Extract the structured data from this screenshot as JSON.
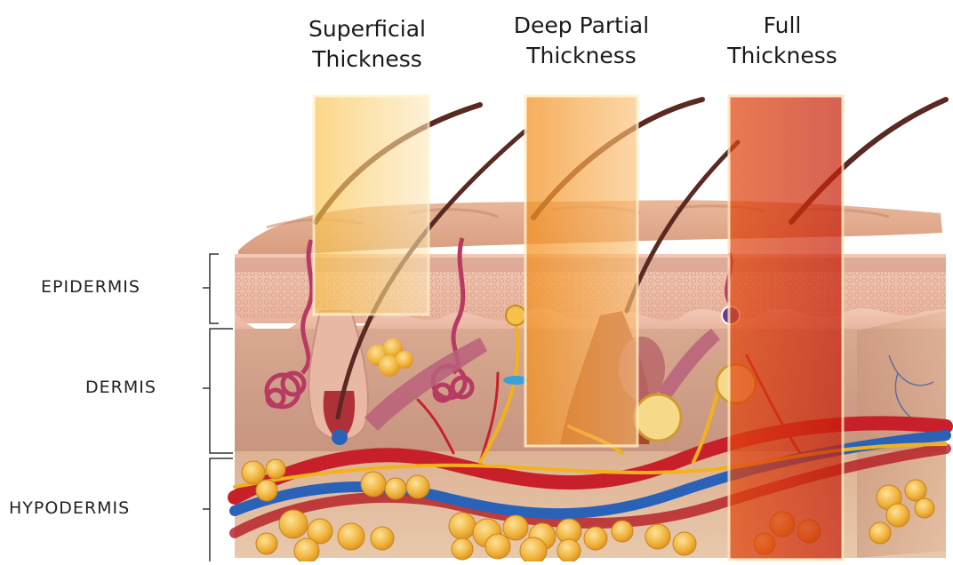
{
  "columns": [
    {
      "line1": "Superficial",
      "line2": "Thickness"
    },
    {
      "line1": "Deep Partial",
      "line2": "Thickness"
    },
    {
      "line1": "Full",
      "line2": "Thickness"
    }
  ],
  "layers": [
    {
      "label": "EPIDERMIS"
    },
    {
      "label": "DERMIS"
    },
    {
      "label": "HYPODERMIS"
    }
  ],
  "colors": {
    "superficial": "#f7c25a",
    "deep_partial": "#f59a2a",
    "full": "#d9340f",
    "skin": "#e6b59a",
    "fat": "#f0b33c",
    "artery": "#c8202a",
    "vein": "#2a62b8",
    "nerve": "#f2b21c"
  }
}
